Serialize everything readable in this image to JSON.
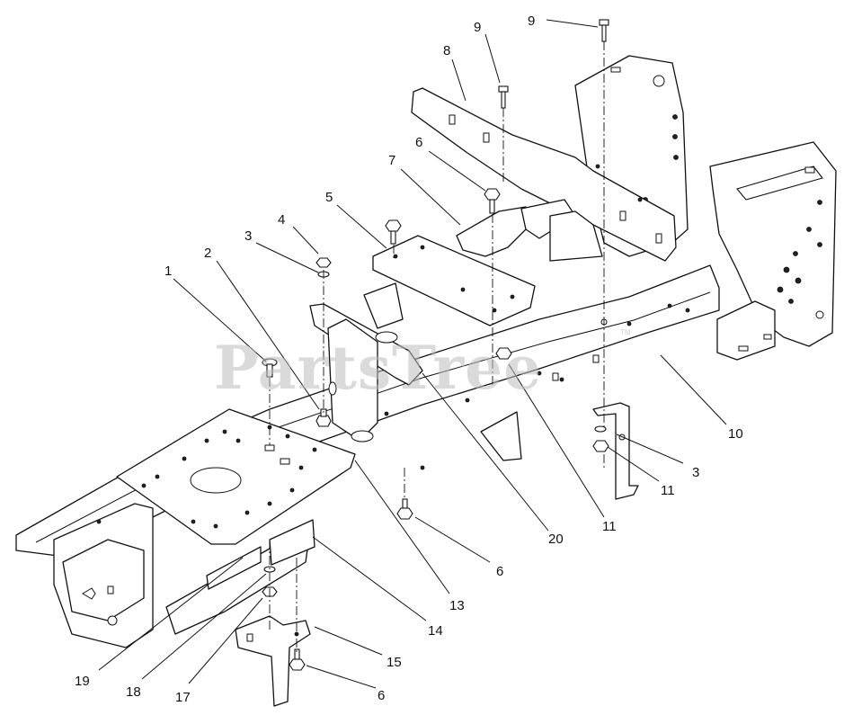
{
  "watermark": {
    "text": "PartsTree",
    "trademark": "TM"
  },
  "callouts": [
    {
      "id": "c1",
      "label": "1"
    },
    {
      "id": "c2",
      "label": "2"
    },
    {
      "id": "c3a",
      "label": "3"
    },
    {
      "id": "c3b",
      "label": "3"
    },
    {
      "id": "c4",
      "label": "4"
    },
    {
      "id": "c5",
      "label": "5"
    },
    {
      "id": "c6a",
      "label": "6"
    },
    {
      "id": "c6b",
      "label": "6"
    },
    {
      "id": "c6c",
      "label": "6"
    },
    {
      "id": "c7",
      "label": "7"
    },
    {
      "id": "c8",
      "label": "8"
    },
    {
      "id": "c9a",
      "label": "9"
    },
    {
      "id": "c9b",
      "label": "9"
    },
    {
      "id": "c10",
      "label": "10"
    },
    {
      "id": "c11a",
      "label": "11"
    },
    {
      "id": "c11b",
      "label": "11"
    },
    {
      "id": "c13",
      "label": "13"
    },
    {
      "id": "c14",
      "label": "14"
    },
    {
      "id": "c15",
      "label": "15"
    },
    {
      "id": "c17",
      "label": "17"
    },
    {
      "id": "c18",
      "label": "18"
    },
    {
      "id": "c19",
      "label": "19"
    },
    {
      "id": "c20",
      "label": "20"
    }
  ]
}
